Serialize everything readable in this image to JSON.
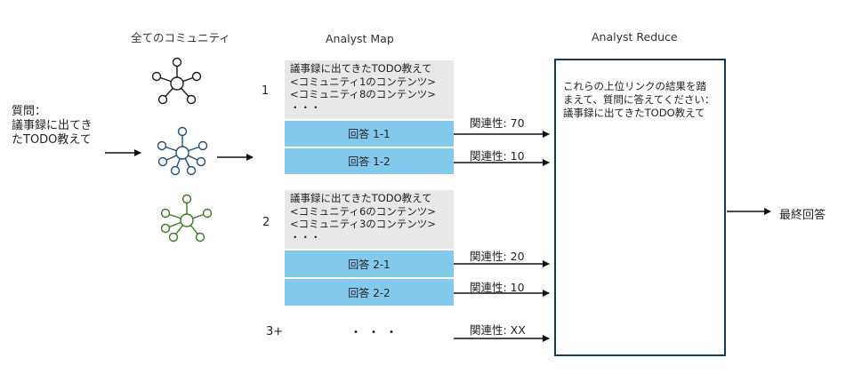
{
  "headers": {
    "communities": "全てのコミュニティ",
    "map": "Analyst Map",
    "reduce": "Analyst Reduce"
  },
  "question": "質問：\n議事録に出てき\nたTODO教えて",
  "groups": [
    {
      "index": "1",
      "prompt": "議事録に出てきたTODO教えて\n<コミュニティ1のコンテンツ>\n<コミュニティ8のコンテンツ>\n・・・",
      "answers": [
        {
          "label": "回答 1-1",
          "relevance": "関連性: 70"
        },
        {
          "label": "回答 1-2",
          "relevance": "関連性: 10"
        }
      ]
    },
    {
      "index": "2",
      "prompt": "議事録に出てきたTODO教えて\n<コミュニティ6のコンテンツ>\n<コミュニティ3のコンテンツ>\n・・・",
      "answers": [
        {
          "label": "回答 2-1",
          "relevance": "関連性: 20"
        },
        {
          "label": "回答 2-2",
          "relevance": "関連性: 10"
        }
      ]
    }
  ],
  "more": {
    "index": "3+",
    "dots": "・・・",
    "relevance": "関連性: XX"
  },
  "reduce_prompt": "これらの上位リンクの結果を踏\nまえて、質問に答えてください：\n議事録に出てきたTODO教えて",
  "final_answer": "最終回答",
  "colors": {
    "answer_fill": "#83c9ec",
    "prompt_fill": "#e6e8ea",
    "icon_black": "#1a1a1a",
    "icon_blue": "#1f4e79",
    "icon_green": "#3a7a1e",
    "reduce_border": "#1a3b55"
  },
  "icons": [
    "network-icon",
    "network-icon",
    "network-icon"
  ]
}
